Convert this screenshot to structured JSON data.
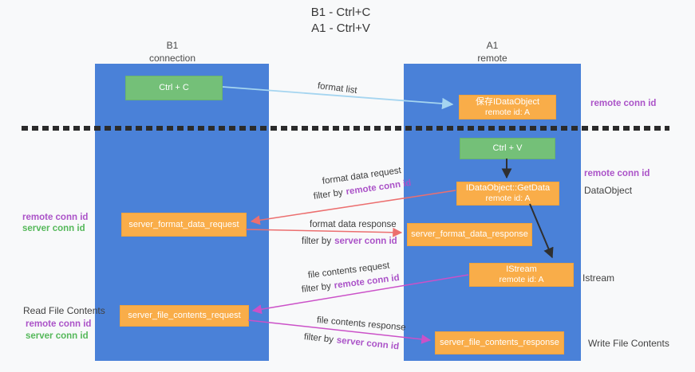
{
  "title": {
    "line1": "B1 - Ctrl+C",
    "line2": "A1 - Ctrl+V"
  },
  "columns": {
    "left": {
      "name": "B1",
      "role": "connection"
    },
    "right": {
      "name": "A1",
      "role": "remote"
    }
  },
  "boxes": {
    "ctrl_c": "Ctrl + C",
    "ctrl_v": "Ctrl + V",
    "save_idataobject": {
      "line1": "保存IDataObject",
      "line2": "remote id: A"
    },
    "getdata": {
      "line1": "IDataObject::GetData",
      "line2": "remote id: A"
    },
    "istream": {
      "line1": "IStream",
      "line2": "remote id: A"
    },
    "format_request": "server_format_data_request",
    "format_response": "server_format_data_response",
    "file_request": "server_file_contents_request",
    "file_response": "server_file_contents_response"
  },
  "arrow_labels": {
    "format_list": "format list",
    "format_data_request": "format data request",
    "format_data_response": "format data response",
    "file_contents_request": "file contents request",
    "file_contents_response": "file contents response",
    "filter_by": "filter by",
    "remote_conn_id": "remote conn id",
    "server_conn_id": "server conn id"
  },
  "side_labels": {
    "remote_conn_id_top": "remote conn id",
    "remote_conn_id_mid": "remote conn id",
    "dataobject": "DataObject",
    "istream": "Istream",
    "write_file_contents": "Write File Contents",
    "read_file_contents": "Read File Contents",
    "left_remote_conn_id": "remote conn id",
    "left_server_conn_id": "server conn id",
    "bottom_remote_conn_id": "remote conn id",
    "bottom_server_conn_id": "server conn id"
  },
  "colors": {
    "background": "#f8f9fa",
    "column_blue": "#4a81d8",
    "box_green": "#74c078",
    "box_orange": "#f9ad49",
    "arrow_light_blue": "#a5d5f0",
    "arrow_red": "#ec6f6f",
    "arrow_magenta": "#cb51c8",
    "arrow_black": "#2f2f2f",
    "remote_conn_id_purple": "#ab53c8",
    "server_conn_id_green": "#55b85a",
    "dash_separator": "#2b2b2b"
  }
}
